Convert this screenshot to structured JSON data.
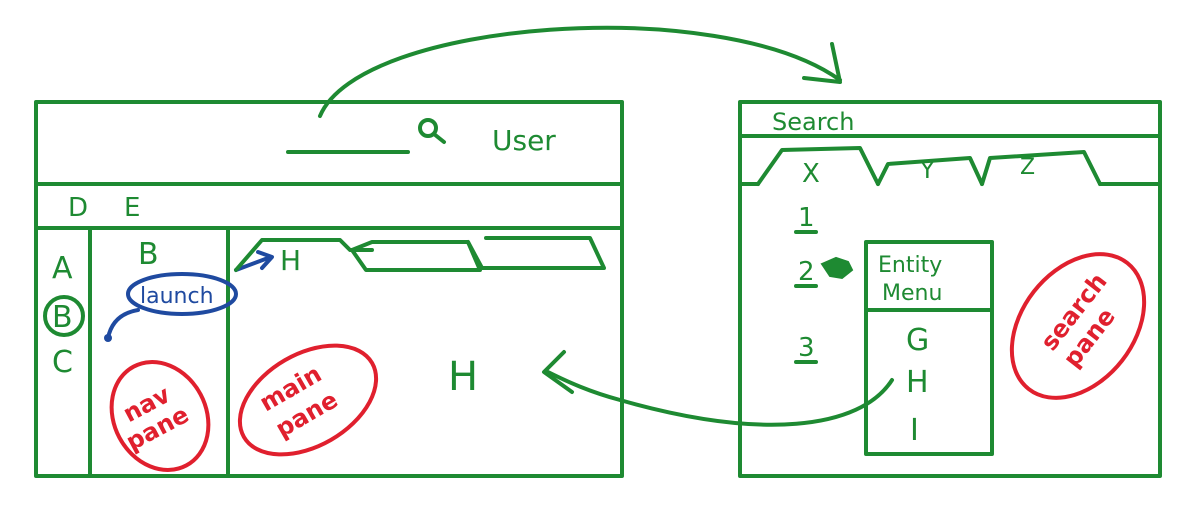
{
  "colors": {
    "ink": "#1e8a32",
    "annotation": "#e0202e",
    "launch": "#1f4aa0"
  },
  "left_window": {
    "user_label": "User",
    "search_icon": "magnifier-icon",
    "toolbar": {
      "item_d": "D",
      "item_e": "E"
    },
    "nav_rail": [
      "A",
      "B",
      "C"
    ],
    "nav_pane": {
      "header": "B",
      "launch_label": "launch",
      "annotation": [
        "nav",
        "pane"
      ]
    },
    "main_pane": {
      "tab_label": "H",
      "content": "H",
      "annotation": [
        "main",
        "pane"
      ]
    }
  },
  "right_window": {
    "title": "Search",
    "tabs": [
      "X",
      "Y",
      "Z"
    ],
    "results": [
      "1",
      "2",
      "3"
    ],
    "pointer_icon": "hand-pointer-icon",
    "entity_menu": {
      "title_line1": "Entity",
      "title_line2": "Menu",
      "items": [
        "G",
        "H",
        "I"
      ]
    },
    "annotation": [
      "search",
      "pane"
    ]
  }
}
